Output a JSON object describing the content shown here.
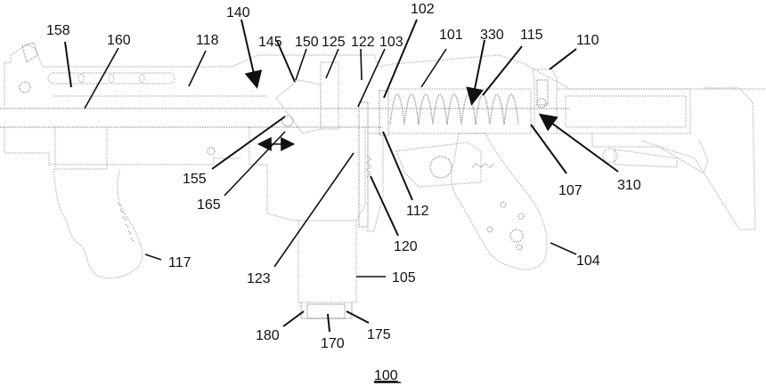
{
  "figure": {
    "figure_number": "100",
    "type": "patent line drawing",
    "subject": "firearm with spring-loaded stock assembly",
    "line_color": "#b8b8b8",
    "leader_color": "#111111"
  },
  "labels": {
    "r158": "158",
    "r160": "160",
    "r118": "118",
    "r140": "140",
    "r145": "145",
    "r150": "150",
    "r125": "125",
    "r122": "122",
    "r103": "103",
    "r102": "102",
    "r101": "101",
    "r330": "330",
    "r115": "115",
    "r110": "110",
    "r155": "155",
    "r165": "165",
    "r112": "112",
    "r107": "107",
    "r310": "310",
    "r120": "120",
    "r117": "117",
    "r123": "123",
    "r105": "105",
    "r104": "104",
    "r180": "180",
    "r170": "170",
    "r175": "175"
  },
  "arrows": {
    "double_arrow_icon": "bidirectional-arrow"
  }
}
